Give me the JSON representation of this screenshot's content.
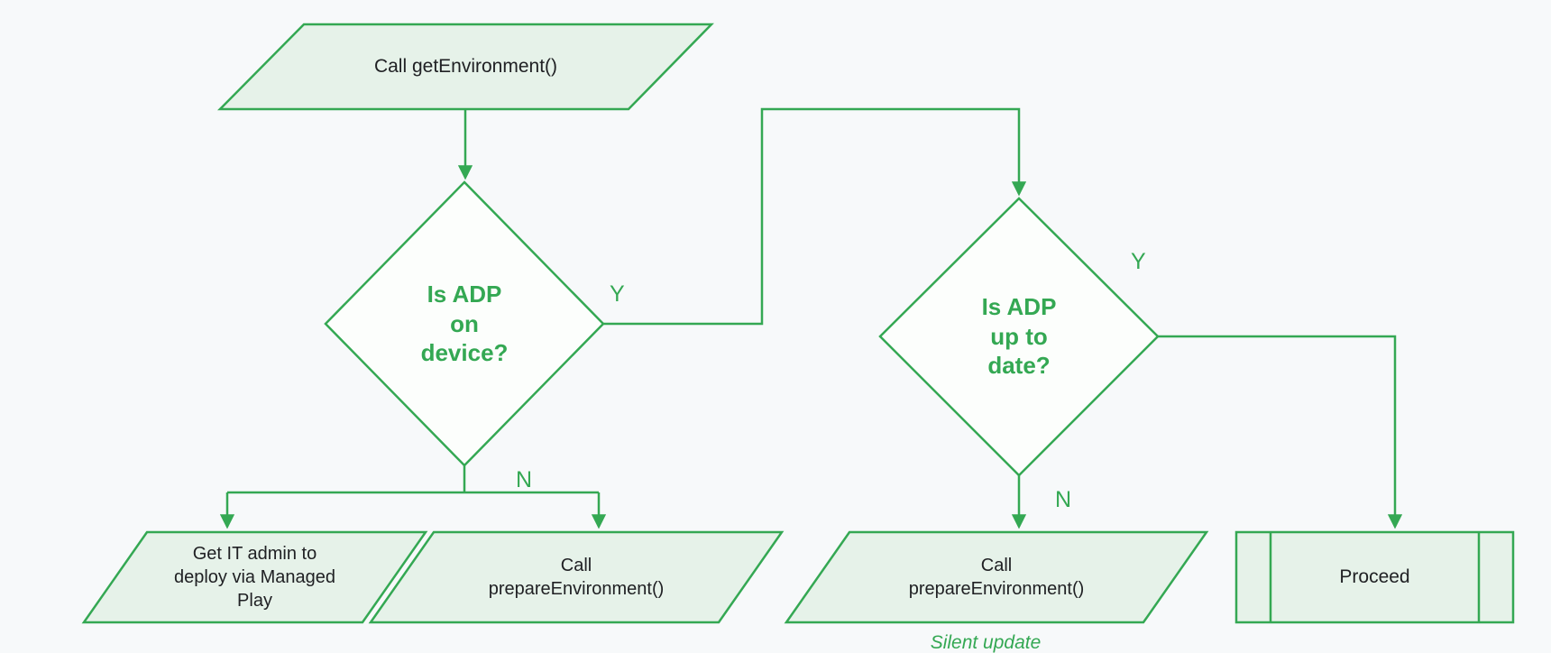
{
  "colors": {
    "green": "#34A853",
    "light_green_fill": "#E6F2E9",
    "diamond_fill": "#FCFEFC",
    "background": "#F7F9FA",
    "dark_text": "#202124"
  },
  "nodes": {
    "start": {
      "label": "Call getEnvironment()",
      "shape": "parallelogram"
    },
    "decision_on_device": {
      "label": "Is ADP\non\ndevice?",
      "shape": "diamond"
    },
    "deploy_managed_play": {
      "label": "Get IT admin to\ndeploy via Managed\nPlay",
      "shape": "parallelogram"
    },
    "prepare_environment_no_adp": {
      "label": "Call\nprepareEnvironment()",
      "shape": "parallelogram"
    },
    "decision_up_to_date": {
      "label": "Is ADP\nup to\ndate?",
      "shape": "diamond"
    },
    "prepare_environment_outdated": {
      "label": "Call\nprepareEnvironment()",
      "note": "Silent update",
      "shape": "parallelogram"
    },
    "proceed": {
      "label": "Proceed",
      "shape": "predefined-process"
    }
  },
  "edge_labels": {
    "on_device_yes": "Y",
    "on_device_no": "N",
    "up_to_date_yes": "Y",
    "up_to_date_no": "N"
  }
}
